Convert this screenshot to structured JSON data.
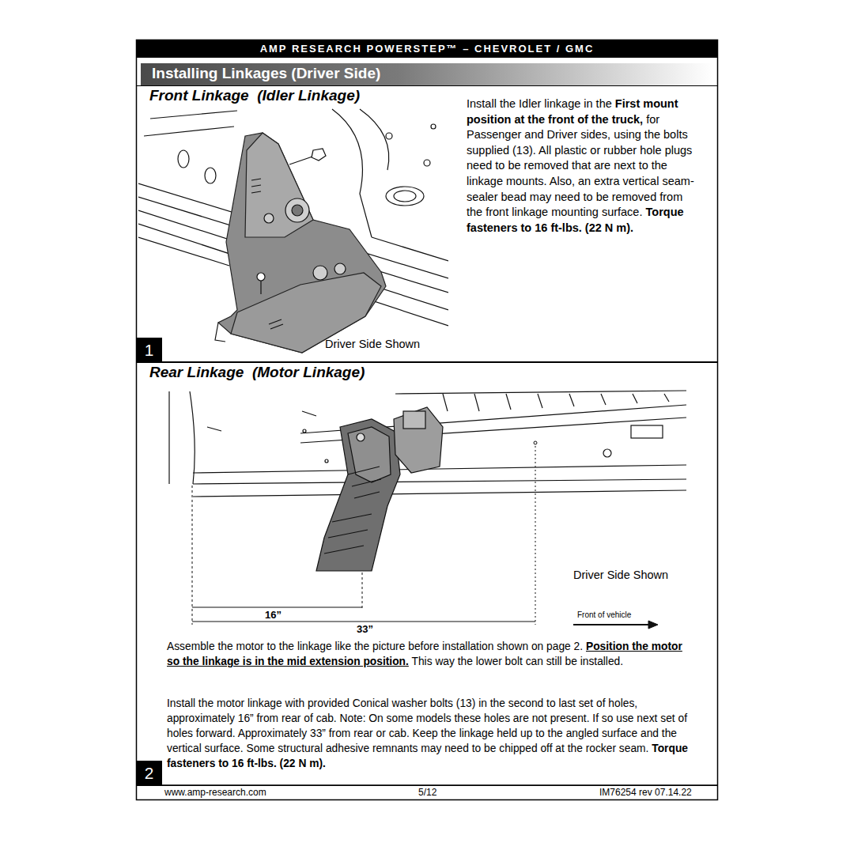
{
  "diagram": {
    "title": "AMP RESEARCH POWERSTEP™ – CHEVROLET / GMC",
    "nodes": [
      {
        "text": [
          "Installing Linkages (Driver Side)"
        ]
      },
      {
        "text": [
          "Front Linkage  (Idler Linkage)",
          "Install the Idler linkage in the",
          "First mount position at the front of the truck,",
          "for Passenger and Driver sides, using the bolts supplied (13). All plastic or rubber hole plugs need to be removed that are next to the linkage mounts. Also, an extra vertical seam-sealer bead may need to be removed from the front linkage mounting surface.",
          "Torque fasteners to 16 ft-lbs. (22 N m).",
          "Driver Side Shown"
        ]
      },
      {
        "text": [
          "1"
        ],
        "in": 1
      },
      {
        "text": [
          "Rear Linkage  (Motor Linkage)",
          "Driver Side Shown",
          "Assemble the motor to the linkage like the picture before installation shown on page 2.",
          "Position the motor so the linkage  is in the mid extension position.",
          "This way the lower bolt can still be installed.",
          "Install the motor linkage with provided Conical washer bolts (13) in the second to last set of holes, approximately 16” from rear of cab. Note: On some models these holes are not present. If so use next set of holes forward. Approximately 33” from rear or cab. Keep the linkage held up to the angled surface and the vertical surface. Some structural adhesive remnants may need to be chipped off at the rocker seam.",
          "Torque fasteners to 16 ft-lbs. (22 N m)."
        ]
      },
      {
        "text": [
          "2"
        ],
        "in": 3
      }
    ],
    "labels": [
      "16”",
      "33”",
      "Front of vehicle",
      "www.amp-research.com",
      "5/12",
      "IM76254 rev 07.14.22"
    ]
  }
}
